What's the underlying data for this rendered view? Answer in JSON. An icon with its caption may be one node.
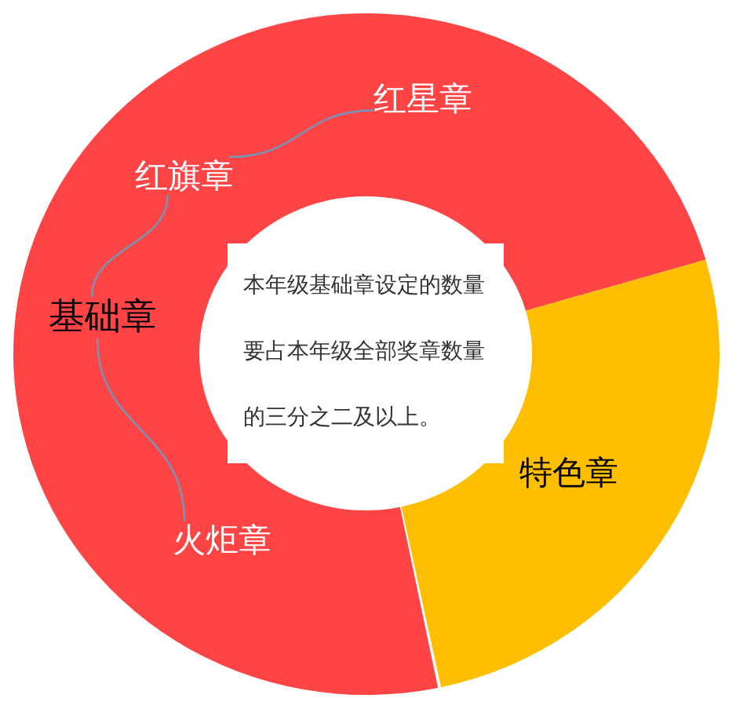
{
  "diagram": {
    "nodes": [
      {
        "text": [],
        "shape": "band"
      },
      {
        "text": [
          "红星章"
        ],
        "in": 0
      },
      {
        "text": [
          "红旗章"
        ],
        "in": 0
      },
      {
        "text": [
          "基础章"
        ],
        "in": 0
      },
      {
        "text": [
          "火炬章"
        ],
        "in": 0
      },
      {
        "text": [
          "本年级基础章设定的数量要占本年级全部奖章数量的三分之二及以上。"
        ]
      },
      {
        "text": [
          "特色章"
        ]
      }
    ],
    "edges": [
      {
        "from": 1,
        "to": 2,
        "arrow": "none"
      },
      {
        "from": 2,
        "to": 3,
        "arrow": "none"
      },
      {
        "from": 3,
        "to": 4,
        "arrow": "none"
      }
    ]
  }
}
